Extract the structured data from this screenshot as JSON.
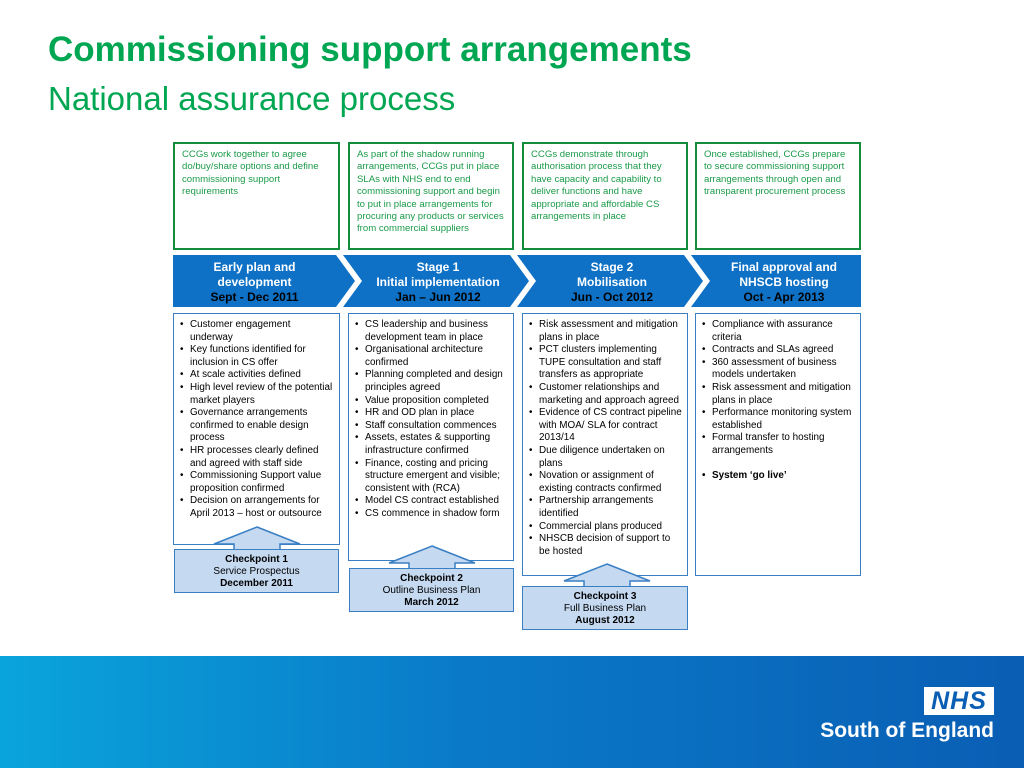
{
  "title": "Commissioning support arrangements",
  "subtitle": "National assurance process",
  "stages": [
    {
      "summary": "CCGs work together to agree do/buy/share options and define commissioning support requirements",
      "arrow_line1": "Early plan and",
      "arrow_line2": "development",
      "arrow_dates": "Sept - Dec  2011",
      "details": [
        "Customer engagement underway",
        "Key functions identified for inclusion in CS offer",
        "At scale activities defined",
        "High level review of the potential market players",
        "Governance arrangements confirmed to enable design process",
        "HR processes clearly defined and agreed with staff side",
        "Commissioning Support value proposition confirmed",
        "Decision on arrangements for April 2013 – host or outsource"
      ],
      "checkpoint": {
        "line1": "Checkpoint 1",
        "line2": "Service Prospectus",
        "line3": "December  2011"
      }
    },
    {
      "summary": "As part of the shadow running arrangements, CCGs put in place SLAs with NHS end to end commissioning support and begin to put in place arrangements for procuring any products or services from commercial suppliers",
      "arrow_line1": "Stage 1",
      "arrow_line2": "Initial implementation",
      "arrow_dates": "Jan – Jun 2012",
      "details": [
        "CS leadership and business development team in place",
        "Organisational architecture confirmed",
        "Planning completed and design principles agreed",
        "Value proposition completed",
        "HR and OD plan in place",
        "Staff consultation commences",
        "Assets, estates & supporting infrastructure confirmed",
        "Finance, costing and pricing structure emergent and visible;  consistent with (RCA)",
        "Model CS contract established",
        "CS commence in shadow form"
      ],
      "checkpoint": {
        "line1": "Checkpoint 2",
        "line2": "Outline Business Plan",
        "line3": "March  2012"
      }
    },
    {
      "summary": "CCGs demonstrate through authorisation process that they have capacity and capability to deliver functions and have appropriate and affordable CS arrangements in place",
      "arrow_line1": "Stage 2",
      "arrow_line2": "Mobilisation",
      "arrow_dates": "Jun - Oct 2012",
      "details": [
        "Risk assessment and mitigation plans in place",
        "PCT clusters implementing TUPE consultation and staff transfers as appropriate",
        "Customer relationships and marketing and approach agreed",
        "Evidence of CS contract pipeline with MOA/ SLA for contract 2013/14",
        "Due diligence undertaken on plans",
        "Novation or assignment of existing contracts confirmed",
        "Partnership arrangements identified",
        "Commercial plans produced",
        "NHSCB decision of support to be hosted"
      ],
      "checkpoint": {
        "line1": "Checkpoint  3",
        "line2": "Full Business Plan",
        "line3": "August 2012"
      }
    },
    {
      "summary": "Once established, CCGs prepare to secure commissioning support arrangements through open and transparent procurement process",
      "arrow_line1": "Final approval and",
      "arrow_line2": "NHSCB hosting",
      "arrow_dates": "Oct - Apr 2013",
      "details": [
        "Compliance with assurance criteria",
        "Contracts and SLAs agreed",
        "360 assessment of business models undertaken",
        "Risk assessment and mitigation plans in place",
        "Performance monitoring system established",
        "Formal transfer to hosting arrangements"
      ],
      "details_final": "System ‘go live’"
    }
  ],
  "footer": {
    "logo_text": "NHS",
    "region": "South of England"
  },
  "colors": {
    "title_green": "#00a651",
    "box_border_green": "#138d3c",
    "arrow_blue": "#0e71c6",
    "checkpoint_fill": "#c5d9f1",
    "footer_blue": "#0a5eb4"
  }
}
